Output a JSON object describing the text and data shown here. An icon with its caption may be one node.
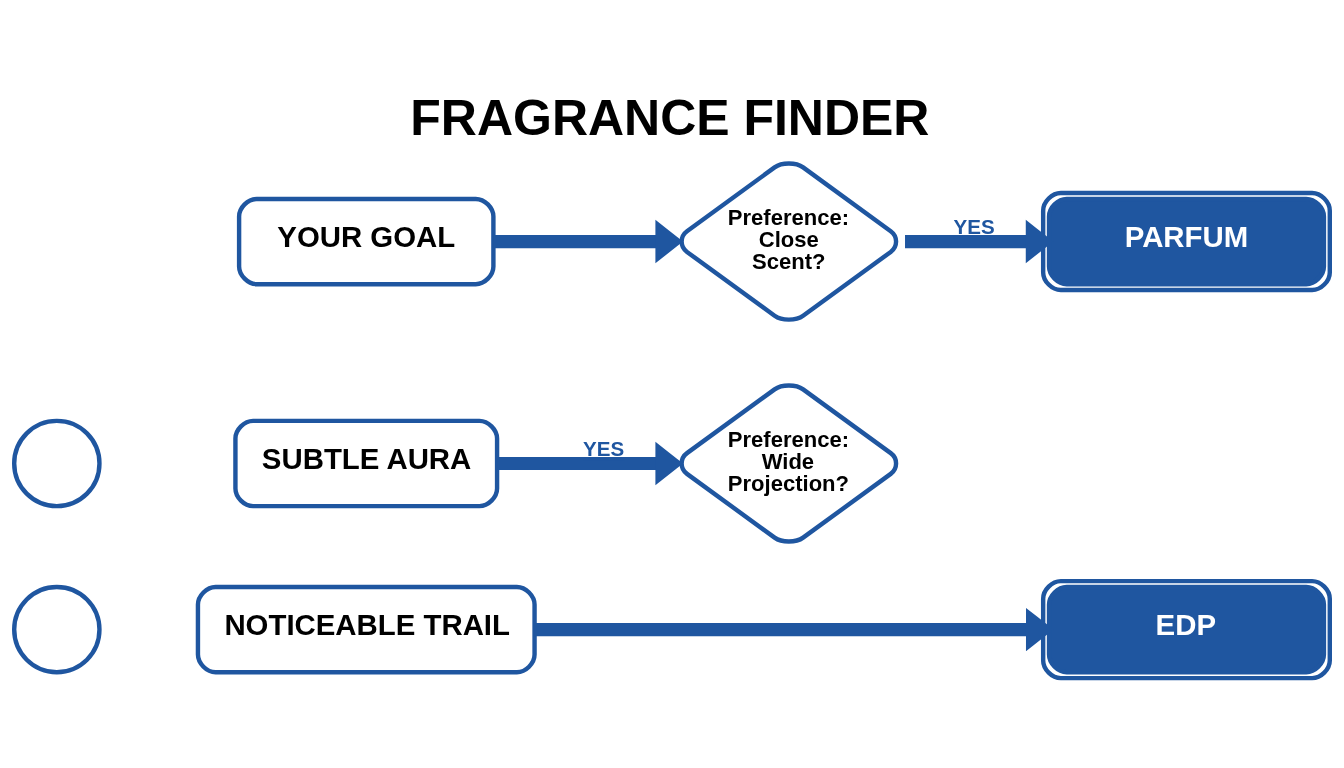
{
  "diagram": {
    "title": "FRAGRANCE FINDER",
    "nodes": [
      {
        "text": [
          "YOUR GOAL"
        ]
      },
      {
        "text": [
          "Preference: Close Scent?"
        ]
      },
      {
        "text": [
          "PARFUM"
        ]
      },
      {
        "text": [],
        "shape": "circle"
      },
      {
        "text": [
          "SUBTLE AURA"
        ]
      },
      {
        "text": [
          "Preference: Wide Projection?"
        ]
      },
      {
        "text": [],
        "shape": "circle"
      },
      {
        "text": [
          "NOTICEABLE TRAIL"
        ]
      },
      {
        "text": [
          "EDP"
        ]
      }
    ],
    "edges": [
      {
        "from": 0,
        "to": 1,
        "arrow": "to"
      },
      {
        "from": 1,
        "to": 2,
        "arrow": "to",
        "label": "YES"
      },
      {
        "from": 4,
        "to": 5,
        "arrow": "to",
        "label": "YES"
      },
      {
        "from": 7,
        "to": 8,
        "arrow": "to"
      }
    ]
  }
}
